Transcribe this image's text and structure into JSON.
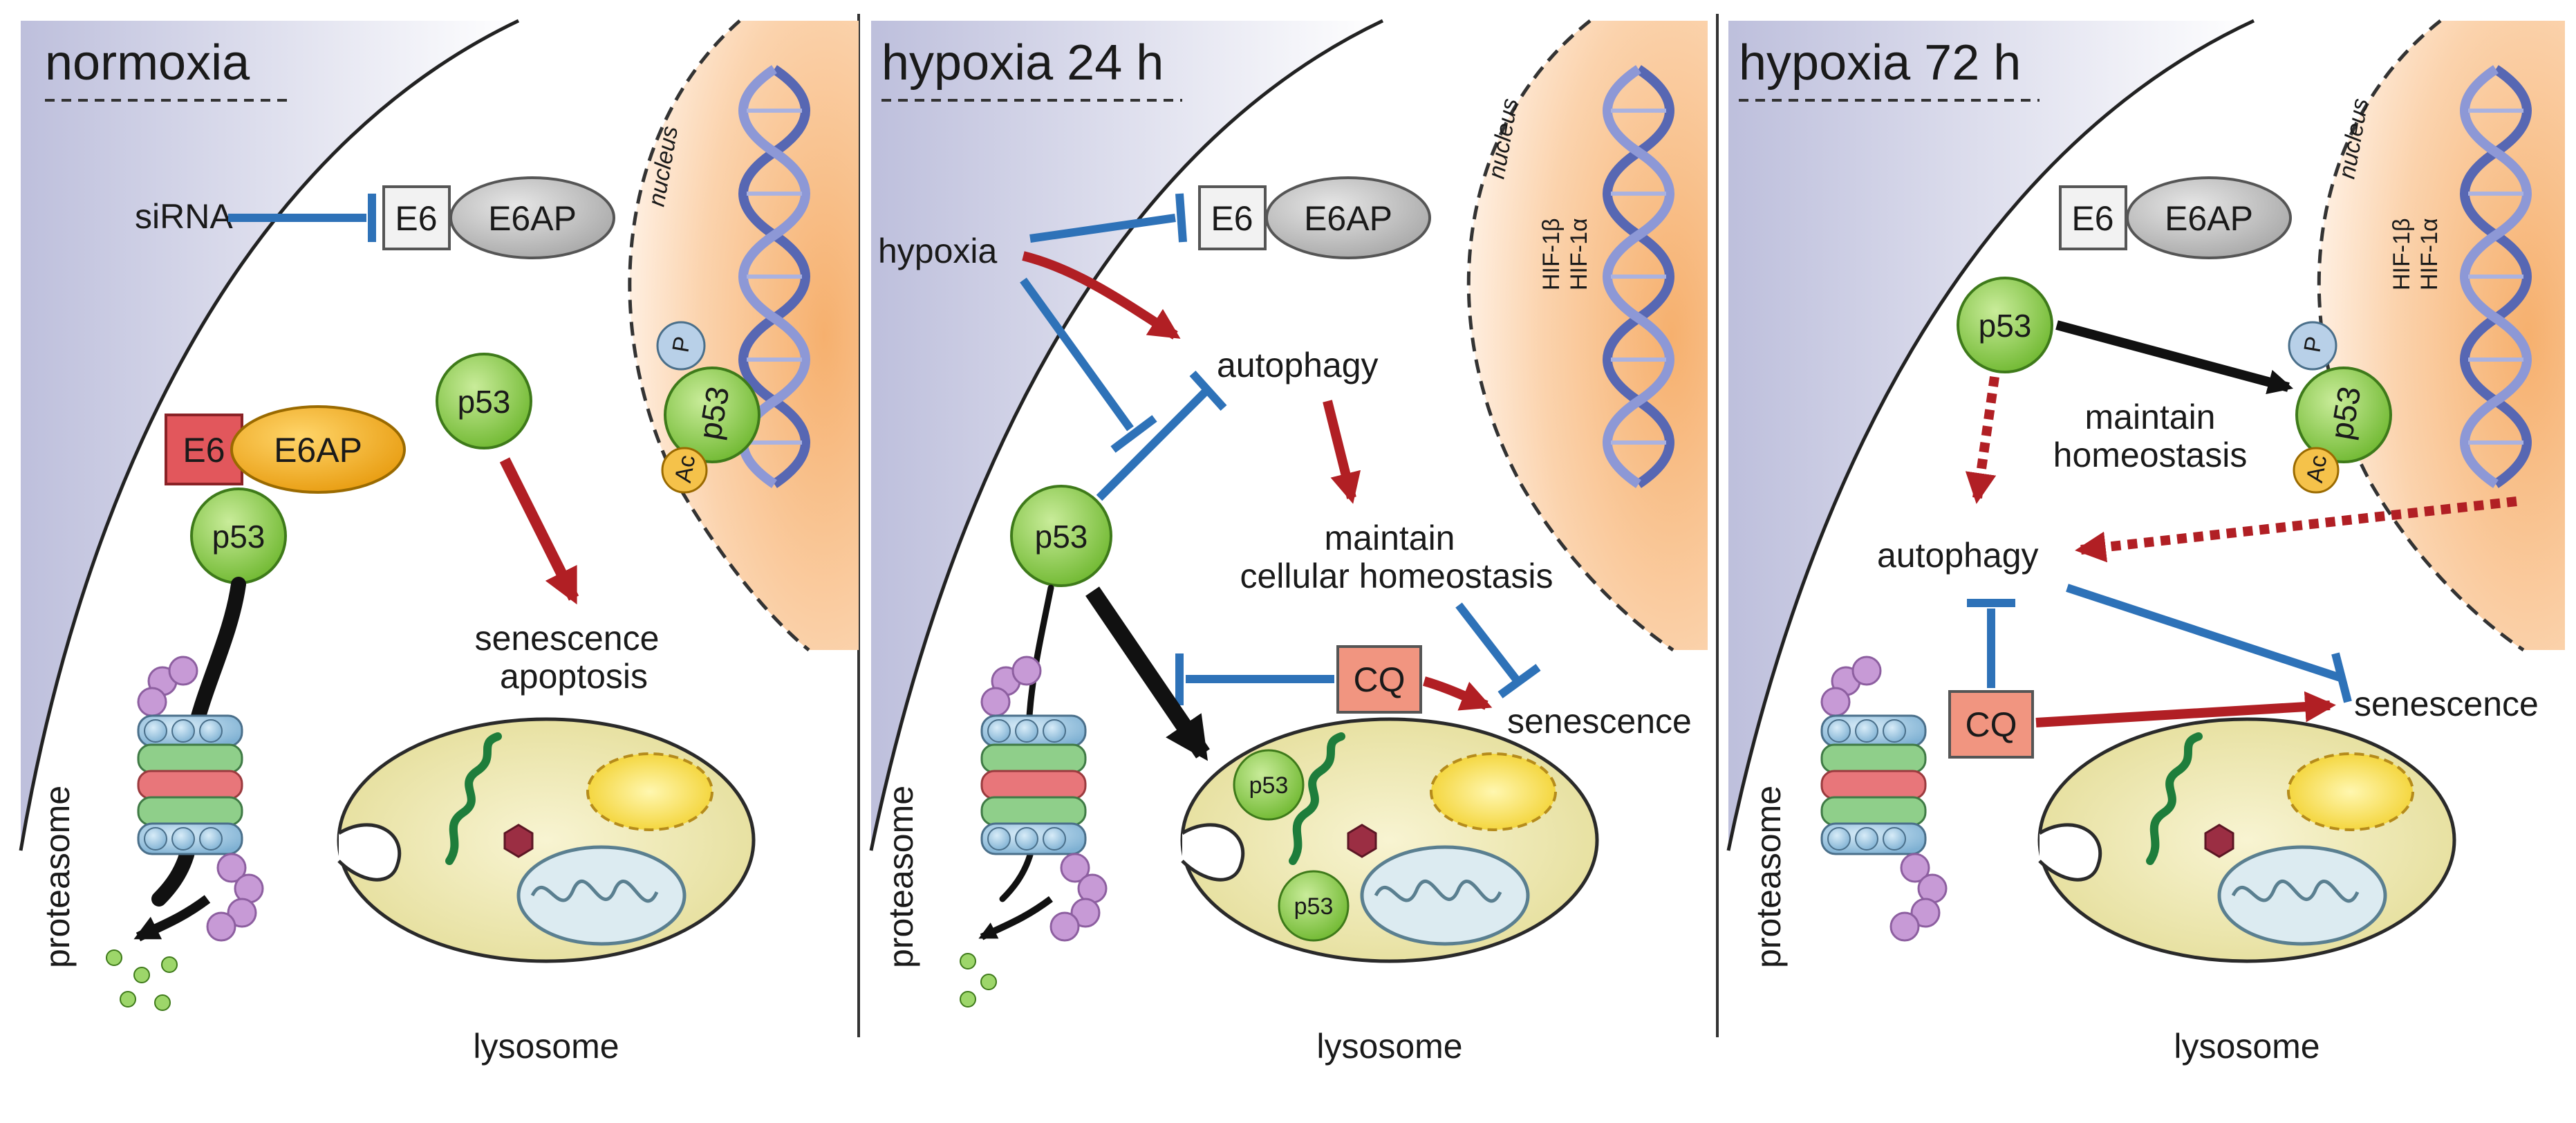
{
  "panels": [
    {
      "title": "normoxia",
      "sirna": "siRNA",
      "e6": "E6",
      "e6ap": "E6AP",
      "nucleus": "nucleus",
      "p53": "p53",
      "p_mark": "P",
      "ac_mark": "Ac",
      "senescence": "senescence",
      "apoptosis": "apoptosis",
      "proteasome": "proteasome",
      "lysosome": "lysosome"
    },
    {
      "title": "hypoxia 24 h",
      "hypoxia": "hypoxia",
      "e6": "E6",
      "e6ap": "E6AP",
      "nucleus": "nucleus",
      "hif_beta": "HIF-1β",
      "hif_alpha": "HIF-1α",
      "autophagy": "autophagy",
      "maintain_1": "maintain",
      "maintain_2": "cellular homeostasis",
      "p53": "p53",
      "cq": "CQ",
      "senescence": "senescence",
      "proteasome": "proteasome",
      "lysosome": "lysosome"
    },
    {
      "title": "hypoxia 72 h",
      "e6": "E6",
      "e6ap": "E6AP",
      "nucleus": "nucleus",
      "hif_beta": "HIF-1β",
      "hif_alpha": "HIF-1α",
      "p53": "p53",
      "p_mark": "P",
      "ac_mark": "Ac",
      "maintain_1": "maintain",
      "maintain_2": "homeostasis",
      "autophagy": "autophagy",
      "cq": "CQ",
      "senescence": "senescence",
      "proteasome": "proteasome",
      "lysosome": "lysosome"
    }
  ],
  "colors": {
    "inhibit": "#2e72b8",
    "activate": "#b11f24",
    "flow": "#111111",
    "p53_fill": "#8ccd4c",
    "e6_fill": "#f2f2f2",
    "e6_red_fill": "#e2575c",
    "e6ap_fill": "#c4c4c4",
    "e6ap_orange": "#f2b21d",
    "cq_fill": "#f19580",
    "nucleus_fill": "#f9c594",
    "lysosome_fill": "#ede8b0"
  }
}
